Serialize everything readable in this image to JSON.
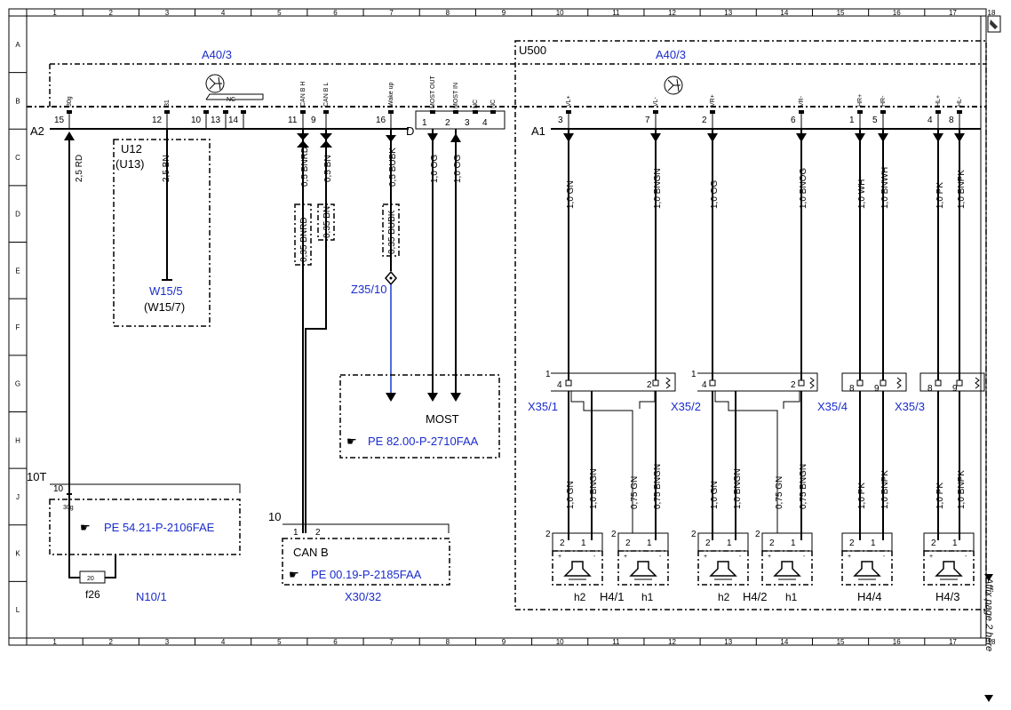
{
  "grid": {
    "columns": [
      "1",
      "2",
      "3",
      "4",
      "5",
      "6",
      "7",
      "8",
      "9",
      "10",
      "11",
      "12",
      "13",
      "14",
      "15",
      "16",
      "17",
      "18"
    ],
    "rows": [
      "A",
      "B",
      "C",
      "D",
      "E",
      "F",
      "G",
      "H",
      "J",
      "K",
      "L"
    ]
  },
  "components": {
    "a40_3_left": "A40/3",
    "a40_3_right": "A40/3",
    "u500": "U500",
    "a2": "A2",
    "a1": "A1",
    "d": "D",
    "u12": "U12",
    "u13": "(U13)",
    "w15_5": "W15/5",
    "w15_7": "(W15/7)",
    "z35_10": "Z35/10",
    "most": "MOST",
    "most_ref": "PE 82.00-P-2710FAA",
    "t10": "10T",
    "n10_ref": "PE 54.21-P-2106FAE",
    "f26": "f26",
    "fuse_value": "20",
    "n10_1": "N10/1",
    "can_b": "CAN B",
    "can_ref": "PE 00.19-P-2185FAA",
    "x30_32": "X30/32",
    "x30_pin": "10",
    "x35_1": "X35/1",
    "x35_2": "X35/2",
    "x35_4": "X35/4",
    "x35_3": "X35/3",
    "h4_1": "H4/1",
    "h4_2": "H4/2",
    "h4_4": "H4/4",
    "h4_3": "H4/3",
    "h2": "h2",
    "h1": "h1",
    "nc": "NC",
    "side_note": "Affix page 2 here"
  },
  "a2_pins": [
    {
      "num": "15",
      "sig": "30g"
    },
    {
      "num": "12",
      "sig": "31"
    },
    {
      "num": "10",
      "sig": ""
    },
    {
      "num": "13",
      "sig": ""
    },
    {
      "num": "14",
      "sig": ""
    },
    {
      "num": "11",
      "sig": "CAN B H"
    },
    {
      "num": "9",
      "sig": "CAN B L"
    },
    {
      "num": "16",
      "sig": "Wake up"
    }
  ],
  "most_pins": [
    {
      "num": "1",
      "sig": "MOST OUT"
    },
    {
      "num": "2",
      "sig": "MOST IN"
    },
    {
      "num": "3",
      "sig": "NC"
    },
    {
      "num": "4",
      "sig": "NC"
    }
  ],
  "a1_pins": [
    {
      "num": "3",
      "sig": "VL+"
    },
    {
      "num": "7",
      "sig": "VL-"
    },
    {
      "num": "2",
      "sig": "VR+"
    },
    {
      "num": "6",
      "sig": "VR-"
    },
    {
      "num": "1",
      "sig": "HR+"
    },
    {
      "num": "5",
      "sig": "HR-"
    },
    {
      "num": "4",
      "sig": "HL+"
    },
    {
      "num": "8",
      "sig": "HL-"
    }
  ],
  "wires_left": {
    "rd": "2,5 RD",
    "bn": "2,5 BN",
    "bnrd": "0,5 BNRD",
    "bn_can": "0,5 BN",
    "bubk": "0,5 BUBK",
    "og1": "1,0 OG",
    "og2": "1,0 OG",
    "bnrd_035": "0,35 BNRD",
    "bn_035": "0,35 BN",
    "bubk_035": "0,35 BUBK"
  },
  "wires_top": [
    "1,0 GN",
    "1,0 BNGN",
    "1,0 OG",
    "1,0 BNOG",
    "1,0 WH",
    "1,0 BNWH",
    "1,0 PK",
    "1,0 BNPK"
  ],
  "wires_bottom": [
    "1,0 GN",
    "1,0 BNGN",
    "0,75 GN",
    "0,75 BNGN",
    "1,0 GN",
    "1,0 BNGN",
    "0,75 GN",
    "0,75 BNGN",
    "1,0 PK",
    "1,0 BNPK",
    "1,0 PK",
    "1,0 BNPK"
  ],
  "connector_pins": {
    "x35_1": [
      "1",
      "4",
      "2"
    ],
    "x35_2": [
      "1",
      "4",
      "2"
    ],
    "x35_4": [
      "8",
      "9"
    ],
    "x35_3": [
      "8",
      "9"
    ],
    "x30": [
      "1",
      "2"
    ],
    "t10": [
      "10",
      "30g"
    ],
    "spk": [
      "1",
      "2",
      "+",
      "-"
    ]
  }
}
